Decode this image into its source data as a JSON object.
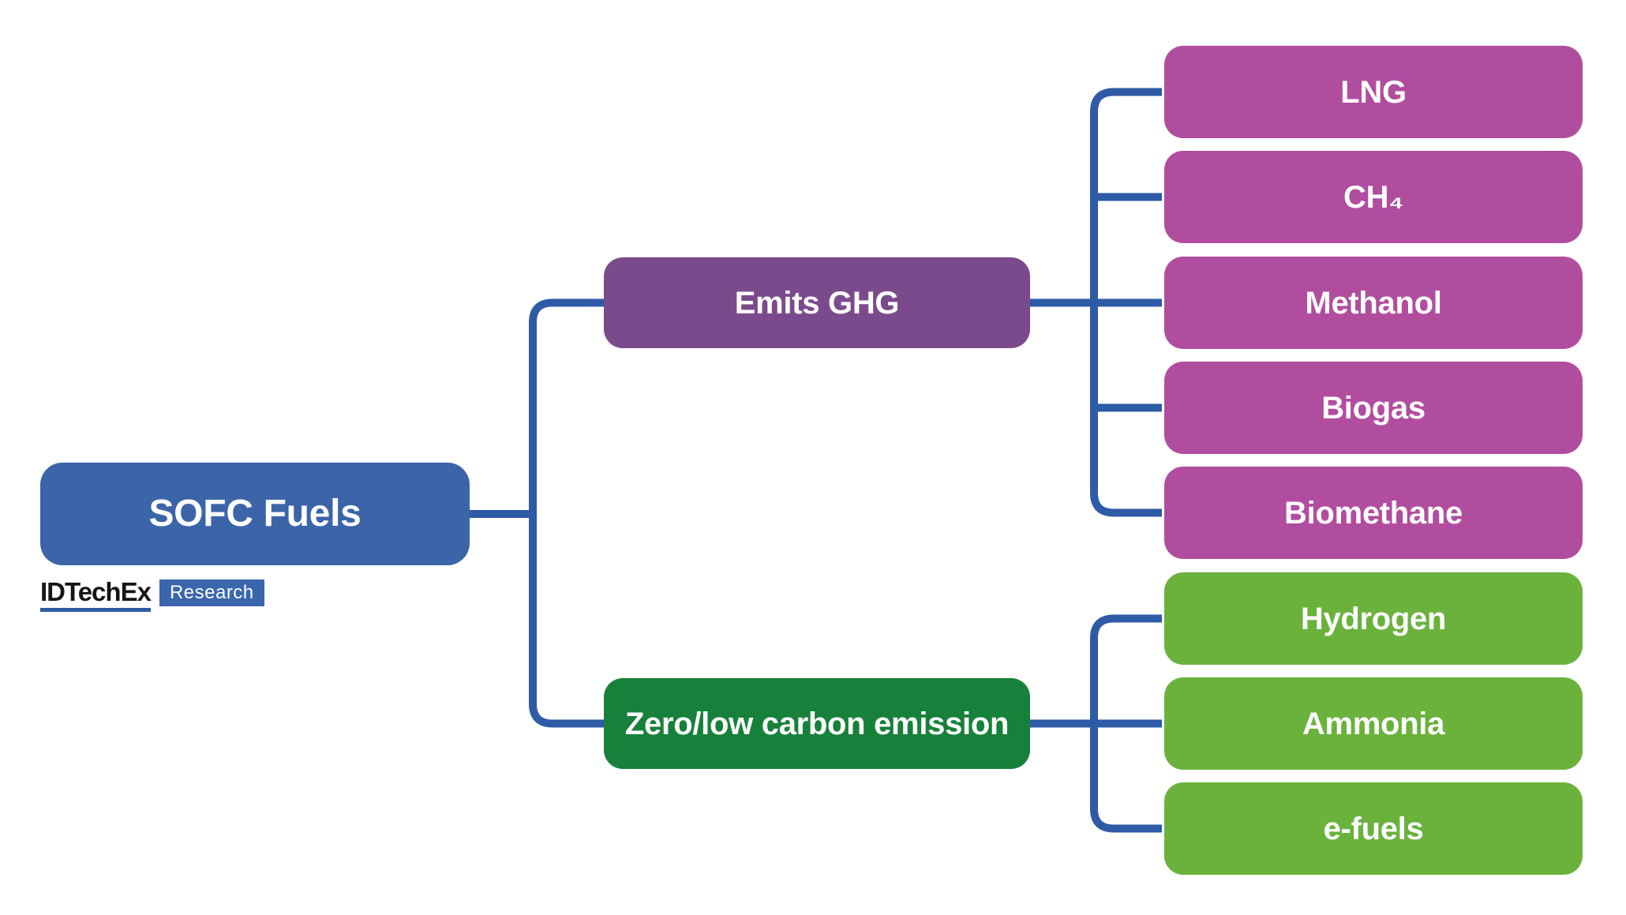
{
  "tree": {
    "root": {
      "label": "SOFC Fuels"
    },
    "branches": [
      {
        "label": "Emits GHG",
        "children": [
          {
            "label": "LNG"
          },
          {
            "label": "CH₄"
          },
          {
            "label": "Methanol"
          },
          {
            "label": "Biogas"
          },
          {
            "label": "Biomethane"
          }
        ]
      },
      {
        "label": "Zero/low carbon emission",
        "children": [
          {
            "label": "Hydrogen"
          },
          {
            "label": "Ammonia"
          },
          {
            "label": "e-fuels"
          }
        ]
      }
    ]
  },
  "logo": {
    "brand": "IDTechEx",
    "badge": "Research"
  },
  "colors": {
    "root_box": "#3c64a8",
    "emits_branch_box": "#7b4a8c",
    "emits_children_boxes": "#b14d9f",
    "zero_branch_box": "#17803a",
    "zero_children_boxes": "#6ab23c",
    "connector_line": "#2e5ba6",
    "box_label_text": "#ffffff",
    "logo_brand_text": "#151515",
    "logo_underline": "#2e5ba6",
    "logo_badge_background": "#3a66ad"
  }
}
